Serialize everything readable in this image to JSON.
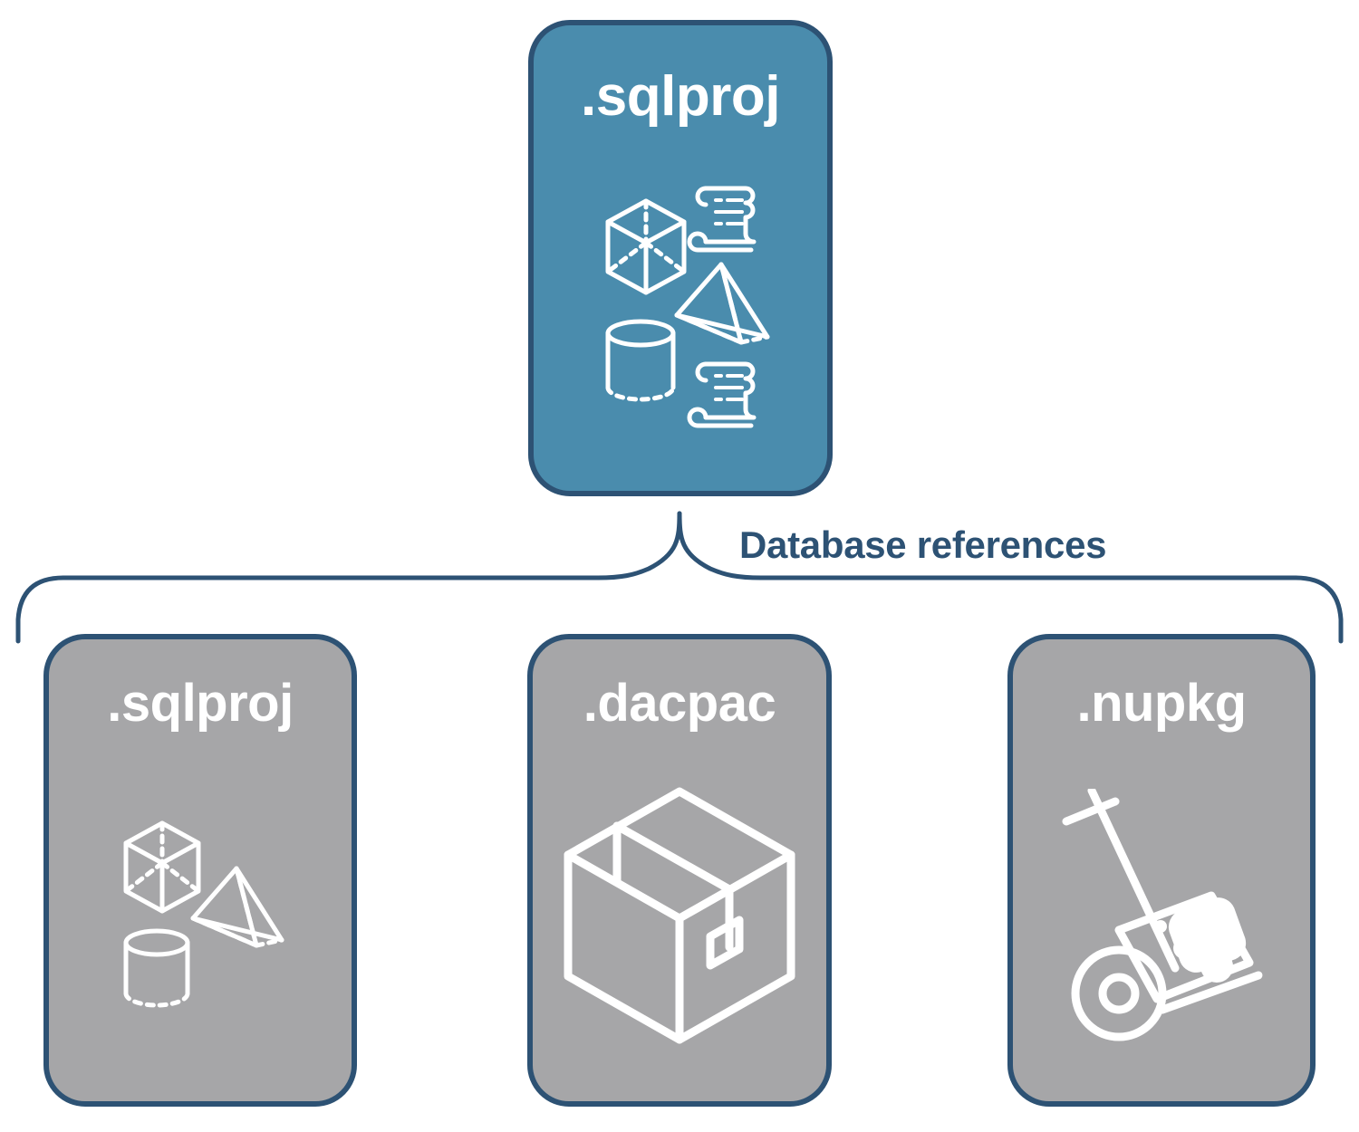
{
  "diagram": {
    "title_text": ".sqlproj",
    "connector_label": "Database references",
    "colors": {
      "primary_fill": "#4a8cad",
      "secondary_fill": "#a6a6a8",
      "outline": "#2d5274",
      "label_text": "#2d5274",
      "icon_stroke": "#ffffff",
      "background": "#ffffff"
    }
  },
  "root_node": {
    "label": ".sqlproj",
    "fill": "primary",
    "icons": [
      "wireframe-cube-icon",
      "scroll-document-icon",
      "wireframe-pyramid-icon",
      "wireframe-cylinder-icon",
      "scroll-document-icon"
    ]
  },
  "connector": {
    "label": "Database references",
    "type": "curly-brace",
    "branch_count": 3
  },
  "reference_nodes": [
    {
      "label": ".sqlproj",
      "fill": "secondary",
      "icons": [
        "wireframe-cube-icon",
        "wireframe-pyramid-icon",
        "wireframe-cylinder-icon"
      ]
    },
    {
      "label": ".dacpac",
      "fill": "secondary",
      "icons": [
        "shipping-box-icon"
      ]
    },
    {
      "label": ".nupkg",
      "fill": "secondary",
      "icons": [
        "hand-truck-package-icon"
      ]
    }
  ]
}
